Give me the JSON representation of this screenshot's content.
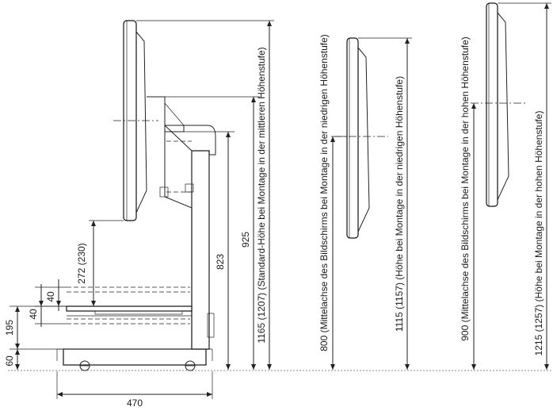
{
  "dimensions": {
    "base_width": "470",
    "base_height": "60",
    "shelf_height": "195",
    "shelf_gap_upper": "40",
    "shelf_gap_lower": "40",
    "clearance": "272 (230)",
    "column_height": "823",
    "pillar_height": "925",
    "standard_height": "1165 (1207) (Standard-Höhe bei Montage in der mittleren Höhenstufe)",
    "low_axis": "800 (Mittelachse des Bildschirms bei Montage in der niedrigen Höhenstufe)",
    "low_height": "1115 (1157) (Höhe bei Montage in der niedrigen Höhenstufe)",
    "high_axis": "900 (Mittelachse des Bildschirms bei Montage in der hohen Höhenstufe)",
    "high_height": "1215 (1257) (Höhe bei Montage in der hohen Höhenstufe)"
  }
}
